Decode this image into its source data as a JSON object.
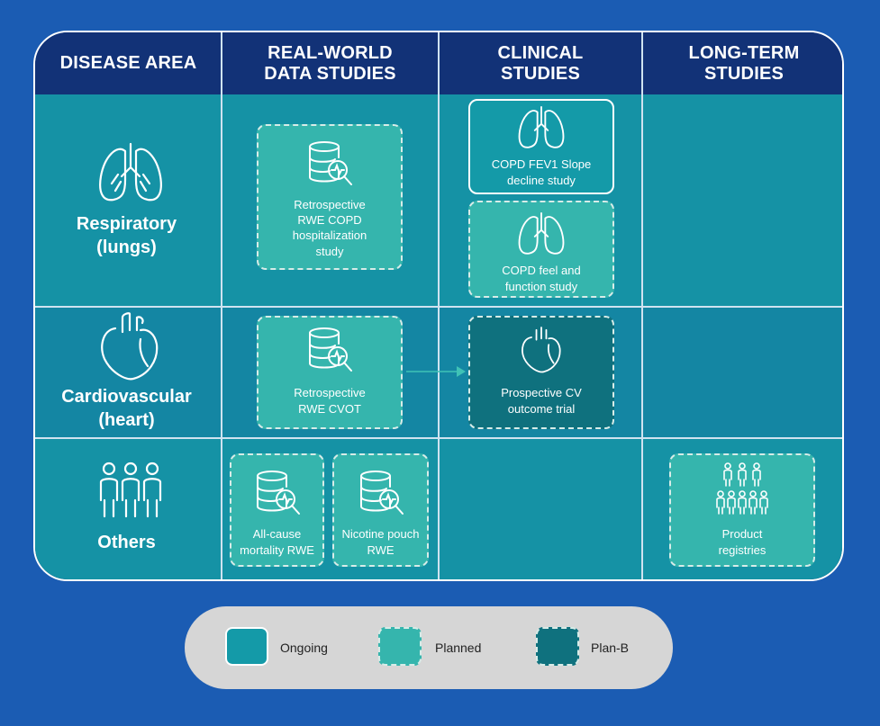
{
  "headers": {
    "disease_area": "DISEASE AREA",
    "rwd": "REAL-WORLD\nDATA STUDIES",
    "clinical": "CLINICAL\nSTUDIES",
    "long_term": "LONG-TERM\nSTUDIES"
  },
  "areas": {
    "respiratory": "Respiratory\n(lungs)",
    "cardiovascular": "Cardiovascular\n(heart)",
    "others": "Others"
  },
  "cards": {
    "rwe_copd": "Retrospective\nRWE COPD\nhospitalization\nstudy",
    "copd_fev1": "COPD FEV1 Slope\ndecline study",
    "copd_feel": "COPD feel and\nfunction study",
    "rwe_cvot": "Retrospective\nRWE CVOT",
    "prospective_cv": "Prospective CV\noutcome trial",
    "all_cause": "All-cause\nmortality RWE",
    "nicotine": "Nicotine pouch\nRWE",
    "registries": "Product\nregistries"
  },
  "legend": {
    "ongoing": "Ongoing",
    "planned": "Planned",
    "planb": "Plan-B"
  },
  "colors": {
    "background": "#1b5cb3",
    "header": "#123277",
    "ongoing": "#149aa8",
    "planned": "#35b5ad",
    "planb": "#0f717e"
  }
}
